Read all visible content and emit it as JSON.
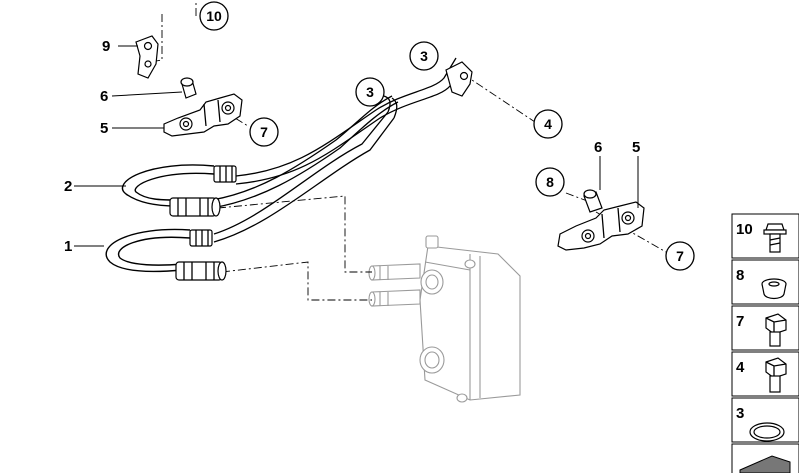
{
  "callouts": {
    "c10": "10",
    "c3a": "3",
    "c3b": "3",
    "c4": "4",
    "c7a": "7",
    "c8": "8",
    "c7b": "7"
  },
  "labels": {
    "l9": "9",
    "l6a": "6",
    "l5a": "5",
    "l2": "2",
    "l1": "1",
    "l6b": "6",
    "l5b": "5"
  },
  "parts_panel": [
    {
      "number": "10",
      "icon": "bolt-flange-icon"
    },
    {
      "number": "8",
      "icon": "rubber-grommet-icon"
    },
    {
      "number": "7",
      "icon": "hex-bolt-icon"
    },
    {
      "number": "4",
      "icon": "hex-bolt-icon"
    },
    {
      "number": "3",
      "icon": "o-ring-icon"
    },
    {
      "number": "",
      "icon": "misc-part-icon"
    }
  ]
}
